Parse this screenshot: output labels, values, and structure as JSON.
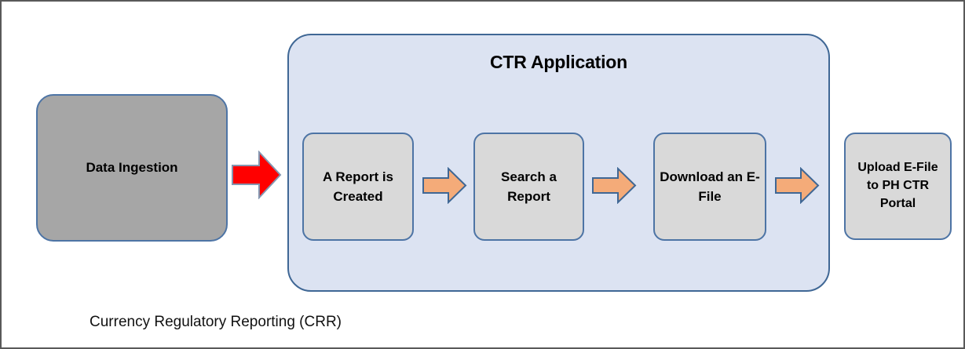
{
  "diagram": {
    "caption": "Currency Regulatory Reporting (CRR)",
    "colors": {
      "container_fill": "#dce3f2",
      "container_border": "#3f6795",
      "process_fill": "#d9d9d9",
      "process_border": "#4d74a5",
      "ingest_fill": "#a6a6a6",
      "arrow_orange_fill": "#f4ab79",
      "arrow_orange_border": "#3f6795",
      "arrow_red_fill": "#ff0000",
      "arrow_red_border": "#8496b0",
      "page_border": "#595959",
      "text": "#000000"
    },
    "source_node": {
      "label": "Data Ingestion",
      "icon": "rounded-rectangle-shape"
    },
    "container": {
      "title": "CTR Application",
      "steps": [
        {
          "label": "A Report is Created"
        },
        {
          "label": "Search a Report"
        },
        {
          "label": "Download an E-File"
        }
      ]
    },
    "target_node": {
      "label": "Upload E-File to PH CTR Portal"
    },
    "arrows": [
      {
        "name": "ingest-to-application",
        "color": "red",
        "direction": "right"
      },
      {
        "name": "created-to-search",
        "color": "orange",
        "direction": "right"
      },
      {
        "name": "search-to-download",
        "color": "orange",
        "direction": "right"
      },
      {
        "name": "download-to-upload",
        "color": "orange",
        "direction": "right"
      }
    ]
  }
}
